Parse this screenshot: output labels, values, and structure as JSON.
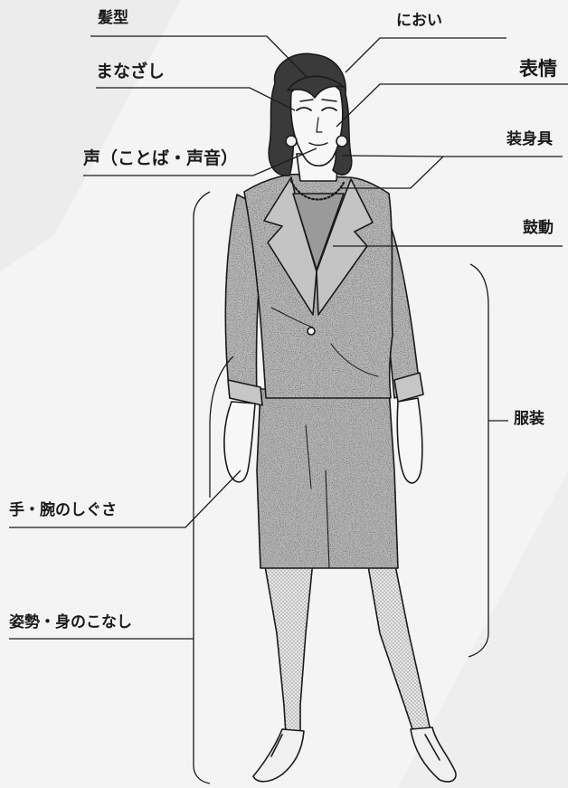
{
  "labels": {
    "hairstyle": "髪型",
    "smell": "におい",
    "gaze": "まなざし",
    "expression": "表情",
    "voice": "声（ことば・声音）",
    "accessories": "装身具",
    "heartbeat": "鼓動",
    "clothing": "服装",
    "hand_gestures": "手・腕のしぐさ",
    "posture": "姿勢・身のこなし"
  },
  "colors": {
    "ink": "#1a1a1a",
    "paper": "#f4f4f4",
    "fabric": "#7a7a7a",
    "skin": "#f7f7f7",
    "hair": "#3a3a3a",
    "stocking": "#d4d4d4"
  }
}
